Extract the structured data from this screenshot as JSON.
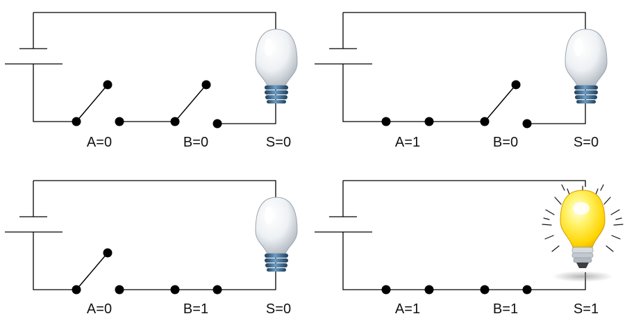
{
  "circuits": [
    {
      "labels": {
        "a": "A=0",
        "b": "B=0",
        "s": "S=0"
      },
      "switch_a_closed": false,
      "switch_b_closed": false,
      "lamp_on": false
    },
    {
      "labels": {
        "a": "A=1",
        "b": "B=0",
        "s": "S=0"
      },
      "switch_a_closed": true,
      "switch_b_closed": false,
      "lamp_on": false
    },
    {
      "labels": {
        "a": "A=0",
        "b": "B=1",
        "s": "S=0"
      },
      "switch_a_closed": false,
      "switch_b_closed": true,
      "lamp_on": false
    },
    {
      "labels": {
        "a": "A=1",
        "b": "B=1",
        "s": "S=1"
      },
      "switch_a_closed": true,
      "switch_b_closed": true,
      "lamp_on": true
    }
  ],
  "colors": {
    "wire": "#000000",
    "bulb_off_glass": "#eef1f4",
    "bulb_on_glass": "#ffe83a",
    "bulb_base": "#2f5a7e"
  },
  "icons": {
    "lamp_off": "light-bulb-off-icon",
    "lamp_on": "light-bulb-on-icon"
  }
}
